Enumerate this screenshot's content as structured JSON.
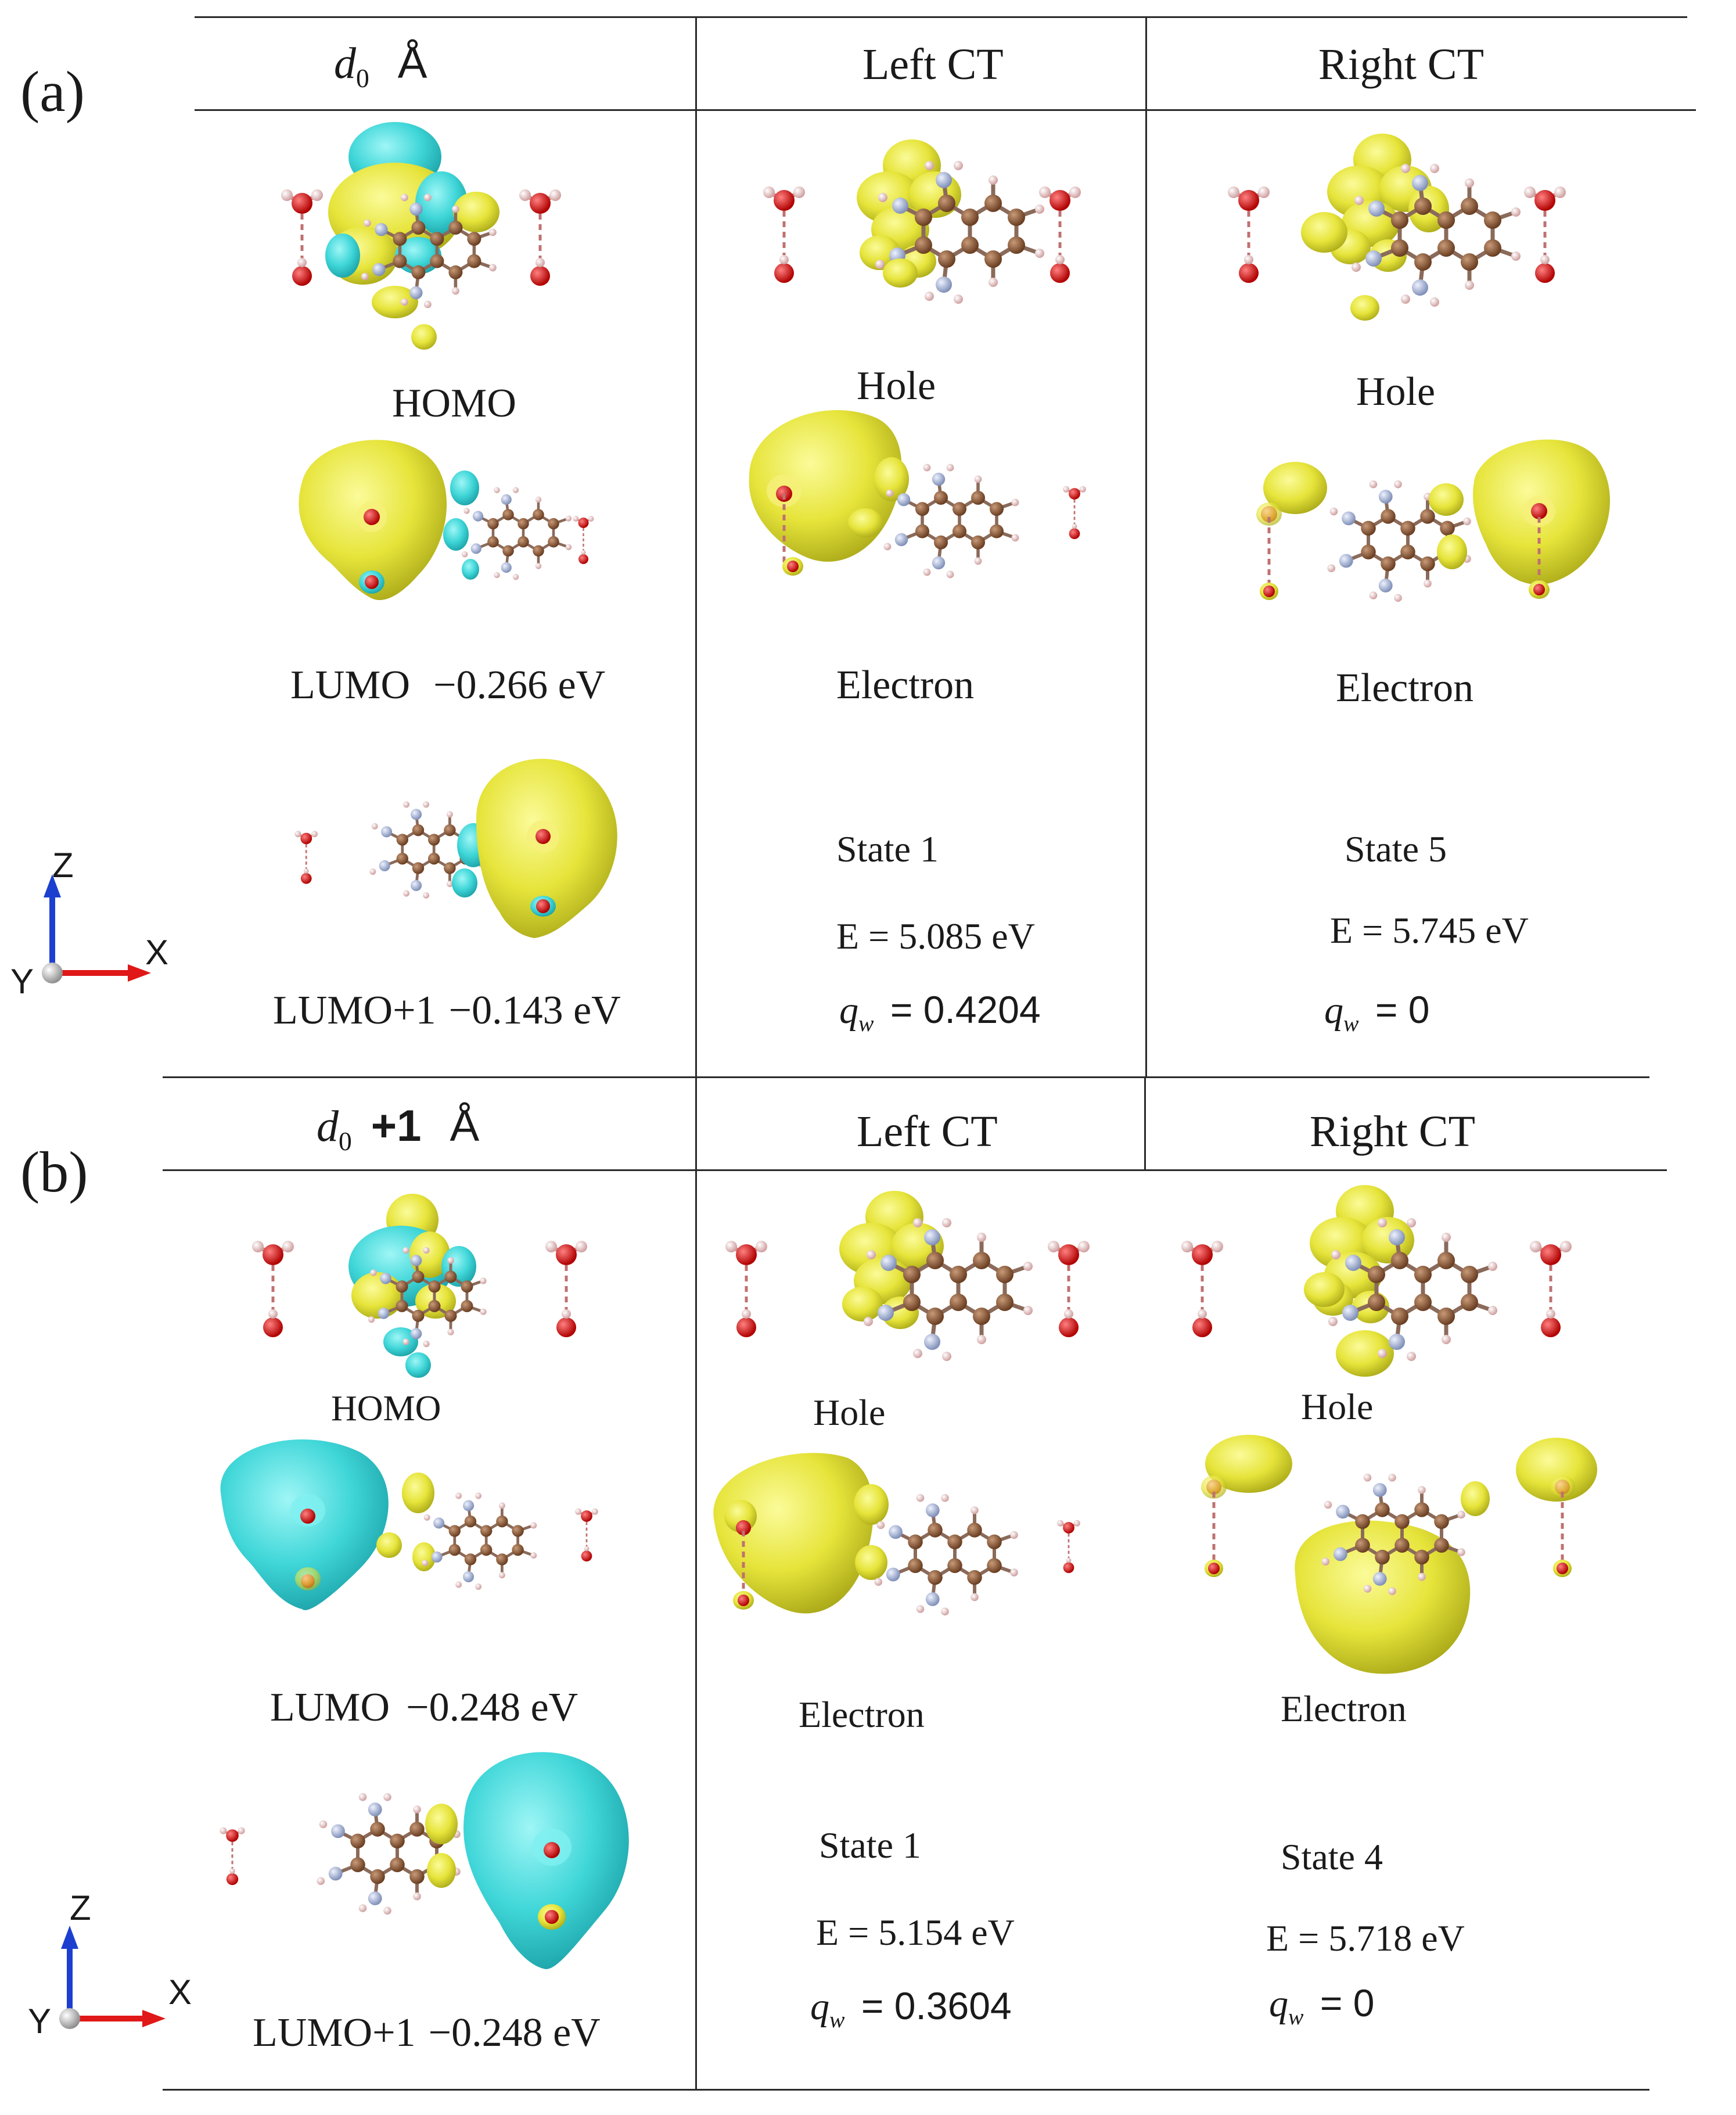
{
  "panels": [
    {
      "label": "(a)",
      "header": {
        "d0": "d",
        "d0_sub": "0",
        "d0_extra": "",
        "unit": "Å",
        "left": "Left CT",
        "right": "Right CT"
      },
      "homo": "HOMO",
      "lumo": {
        "name": "LUMO",
        "energy": "−0.266 eV"
      },
      "lumo1": {
        "name": "LUMO+1",
        "energy": "−0.143 eV"
      },
      "left": {
        "hole": "Hole",
        "electron": "Electron",
        "state": "State 1",
        "energy": "E = 5.085 eV",
        "qw_q": "q",
        "qw_sub": "w",
        "qw_val": "= 0.4204"
      },
      "right": {
        "hole": "Hole",
        "electron": "Electron",
        "state": "State 5",
        "energy": "E = 5.745 eV",
        "qw_q": "q",
        "qw_sub": "w",
        "qw_val": "= 0"
      }
    },
    {
      "label": "(b)",
      "header": {
        "d0": "d",
        "d0_sub": "0",
        "d0_extra": "+1",
        "unit": "Å",
        "left": "Left CT",
        "right": "Right CT"
      },
      "homo": "HOMO",
      "lumo": {
        "name": "LUMO",
        "energy": "−0.248 eV"
      },
      "lumo1": {
        "name": "LUMO+1",
        "energy": "−0.248 eV"
      },
      "left": {
        "hole": "Hole",
        "electron": "Electron",
        "state": "State 1",
        "energy": "E = 5.154 eV",
        "qw_q": "q",
        "qw_sub": "w",
        "qw_val": "= 0.3604"
      },
      "right": {
        "hole": "Hole",
        "electron": "Electron",
        "state": "State 4",
        "energy": "E = 5.718 eV",
        "qw_q": "q",
        "qw_sub": "w",
        "qw_val": "= 0"
      }
    }
  ],
  "axes": {
    "z": "Z",
    "x": "X",
    "y": "Y"
  },
  "colors": {
    "yellow": "#e8e635",
    "cyan": "#3cd8d8",
    "carbon": "#8a5a3c",
    "oxygen": "#e02020",
    "nitrogen": "#aab8d8",
    "hydrogen": "#f0c8c8",
    "axis_z": "#1d3fd0",
    "axis_x": "#e01818"
  }
}
